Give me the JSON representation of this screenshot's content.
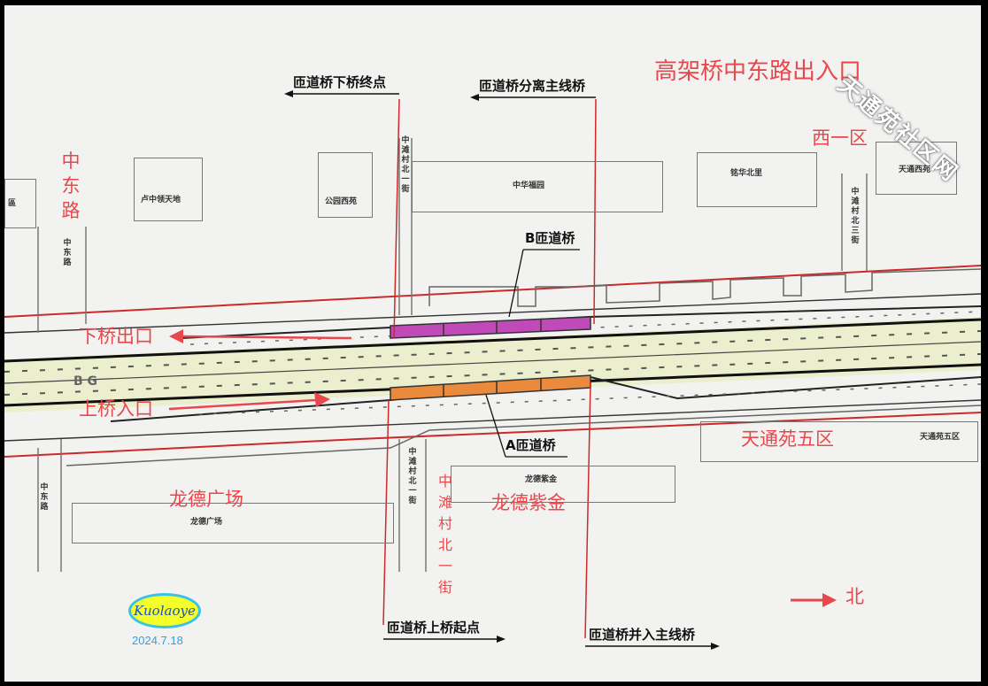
{
  "title": "高架桥中东路出入口",
  "annotations": {
    "xi_yi_qu": "西一区",
    "zhong_dong_lu": "中东路",
    "xia_qiao_chukou": "下桥出口",
    "shang_qiao_rukou": "上桥入口",
    "tian_tong_yuan_wu_qu": "天通苑五区",
    "long_de_guangchang": "龙德广场",
    "long_de_zijin": "龙德紫金",
    "zhong_tan_cun_bei_yi_jie": "中滩村北一街",
    "north_label": "北"
  },
  "callouts": {
    "ramp_exit_end": "匝道桥下桥终点",
    "ramp_split": "匝道桥分离主线桥",
    "ramp_b": "B匝道桥",
    "ramp_a": "A匝道桥",
    "ramp_entry_start": "匝道桥上桥起点",
    "ramp_merge": "匝道桥并入主线桥"
  },
  "plan_labels": {
    "block_left_edge": "區",
    "lu_zhong_ning_tian": "卢中领天地",
    "gong_yuan_xi_yuan": "公园西苑",
    "zhong_hua_yuan": "中华福园",
    "ming_hua_bei": "铭华北里",
    "tian_tong_xi_yuan": "天通西苑",
    "zhong_dong_lu_v1": "中东路",
    "zhong_tan_bei_yi_top": "中滩村北一街",
    "zhong_tan_bei_san": "中滩村北三街",
    "zhong_dong_lu_v2": "中东路",
    "zhong_tan_bei_yi_bottom": "中滩村北一街",
    "long_de_zijin_small": "龙德紫金",
    "long_de_guangchang_small": "龙德广场",
    "tian_tong_wu_qu_small": "天通苑五区",
    "bg_label": "B G"
  },
  "logo": {
    "text": "Kuolaoye",
    "date": "2024.7.18"
  },
  "watermark": "天通苑社区网",
  "colors": {
    "annotation_red": "#e8484c",
    "ramp_b_magenta": "#c04ab8",
    "ramp_a_orange": "#e98a3c",
    "boundary_red": "#cc2a2a",
    "logo_yellow": "#f4ff2a",
    "logo_blue": "#39c2e8"
  }
}
